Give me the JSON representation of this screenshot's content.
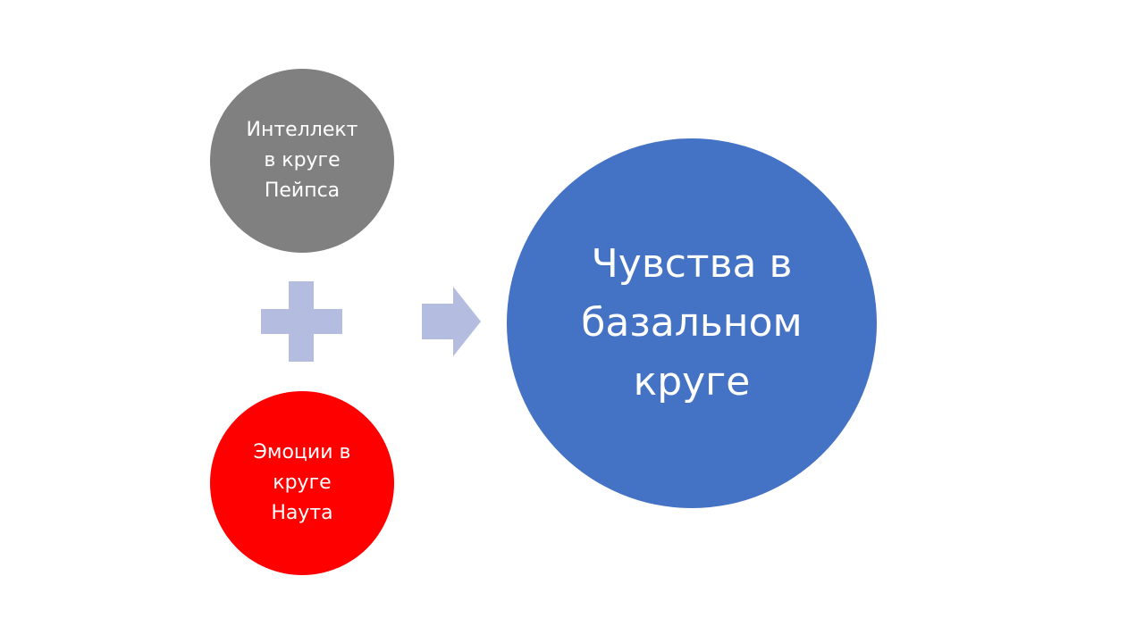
{
  "diagram": {
    "inputs": [
      {
        "label_lines": [
          "Интеллект",
          "в круге",
          "Пейпса"
        ],
        "color": "#808080"
      },
      {
        "label_lines": [
          "Эмоции в",
          "круге",
          "Наута"
        ],
        "color": "#ff0000"
      }
    ],
    "operator": {
      "icon": "plus-icon",
      "color": "#b4bde0"
    },
    "connector": {
      "icon": "arrow-right-icon",
      "color": "#b4bde0"
    },
    "result": {
      "label_lines": [
        "Чувства в",
        "базальном",
        "круге"
      ],
      "color": "#4472c4"
    }
  }
}
